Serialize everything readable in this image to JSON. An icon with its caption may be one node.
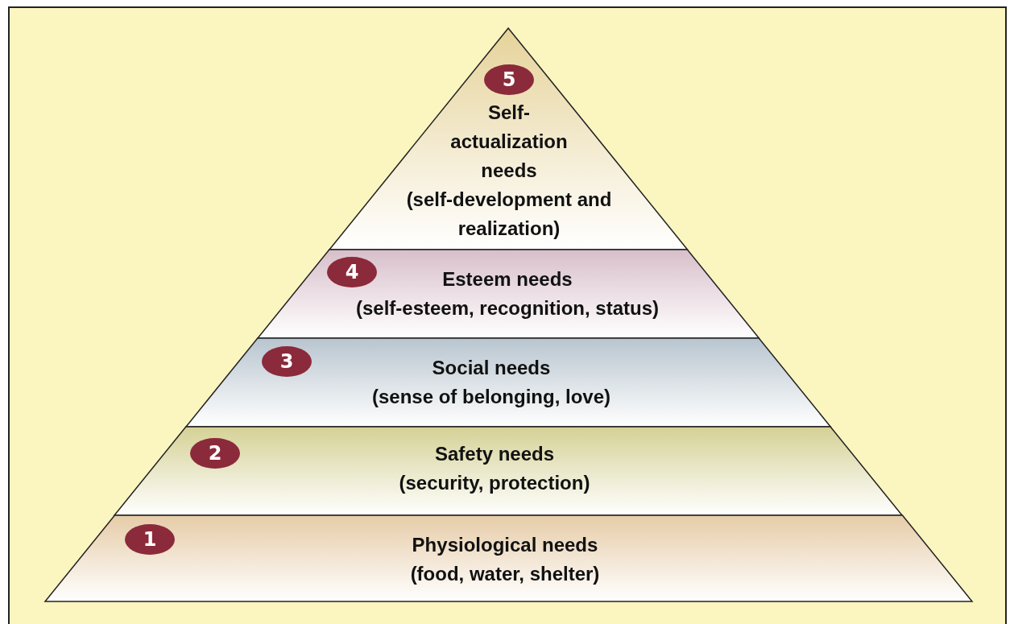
{
  "diagram": {
    "nodes": [
      {
        "text": [
          "Self-actualization needs",
          "(self-development and realization)"
        ]
      },
      {
        "text": [
          "5"
        ],
        "in": 0
      },
      {
        "text": [
          "Esteem needs",
          "(self-esteem, recognition, status)"
        ]
      },
      {
        "text": [
          "4"
        ],
        "in": 2
      },
      {
        "text": [
          "Social needs",
          "(sense of belonging, love)"
        ]
      },
      {
        "text": [
          "3"
        ],
        "in": 4
      },
      {
        "text": [
          "Safety needs",
          "(security, protection)"
        ]
      },
      {
        "text": [
          "2"
        ],
        "in": 6
      },
      {
        "text": [
          "Physiological needs",
          "(food, water, shelter)"
        ]
      },
      {
        "text": [
          "1"
        ],
        "in": 8
      }
    ]
  }
}
